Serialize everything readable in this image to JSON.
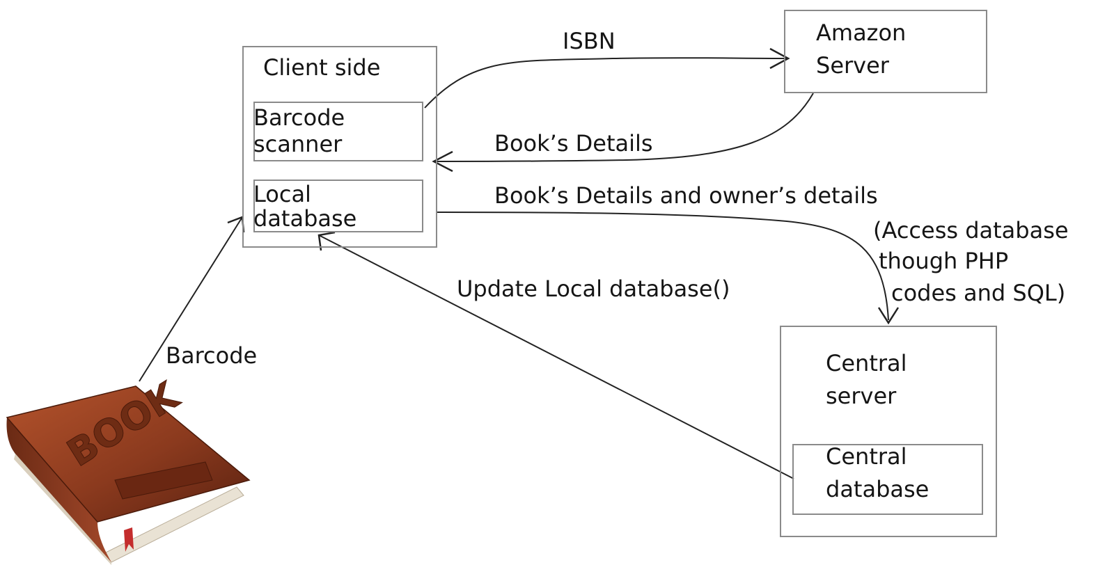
{
  "client": {
    "title": "Client side",
    "barcode_scanner": [
      "Barcode",
      "scanner"
    ],
    "local_database": [
      "Local",
      "database"
    ]
  },
  "amazon": {
    "label": [
      "Amazon",
      "Server"
    ]
  },
  "central": {
    "label": [
      "Central",
      "server"
    ],
    "database": [
      "Central",
      "database"
    ]
  },
  "book": {
    "cover_text": "BOOK"
  },
  "arrows": {
    "isbn": "ISBN",
    "books_details": "Book’s Details",
    "books_and_owner": "Book’s Details and owner’s details",
    "access_note": [
      "(Access database",
      "though PHP",
      "codes and SQL)"
    ],
    "update_local": "Update Local database()",
    "barcode": "Barcode"
  },
  "colors": {
    "box_border": "#8a8a8a",
    "arrow": "#222222",
    "book_cover": "#8b3a1e",
    "book_pages": "#f1ece2"
  }
}
